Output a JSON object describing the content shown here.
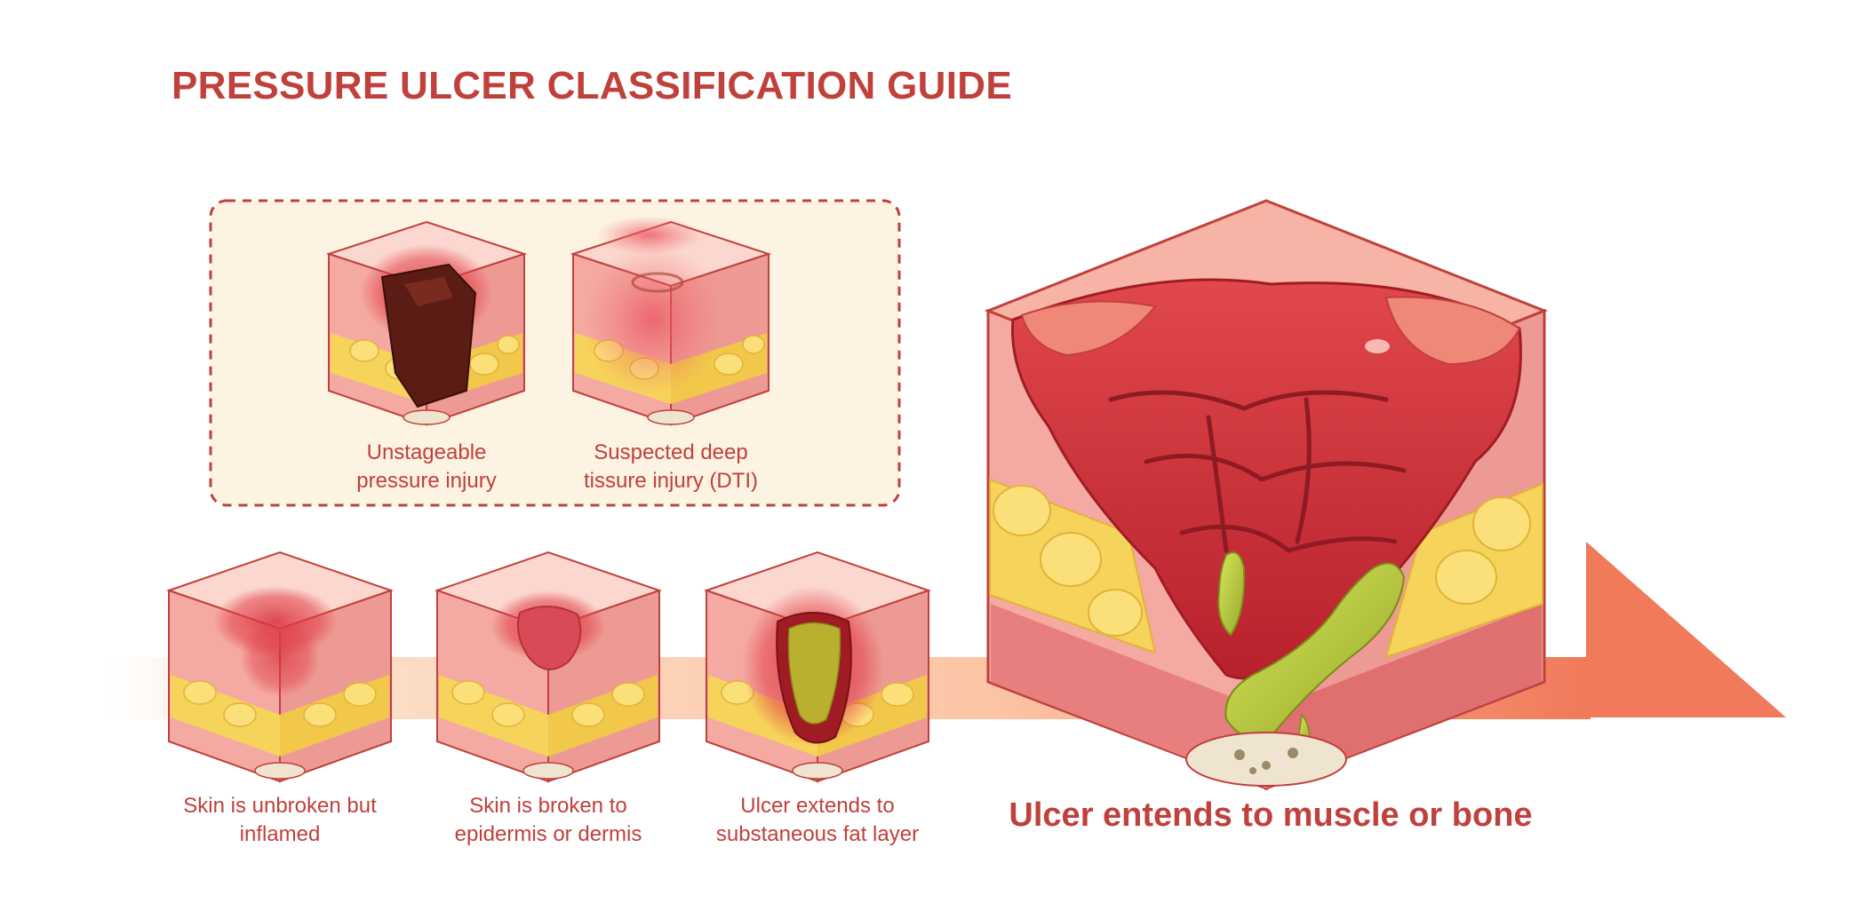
{
  "title": "PRESSURE ULCER CLASSIFICATION GUIDE",
  "colors": {
    "accent": "#c0413c",
    "panel_fill": "#fdf3e3",
    "skin_top": "#fbd7cf",
    "skin_side": "#f2a6a0",
    "fat": "#f6d35a",
    "wound": "#c8303a",
    "eschar": "#5a1c14",
    "slough": "#a9b83a",
    "arrow": "#f07a5a"
  },
  "unstaged": {
    "unstageable": {
      "line1": "Unstageable",
      "line2": "pressure injury"
    },
    "dti": {
      "line1": "Suspected deep",
      "line2": "tissure injury (DTI)"
    }
  },
  "stages": [
    {
      "line1": "Skin is unbroken but",
      "line2": "inflamed"
    },
    {
      "line1": "Skin is broken to",
      "line2": "epidermis or dermis"
    },
    {
      "line1": "Ulcer extends to",
      "line2": "substaneous fat layer"
    }
  ],
  "stage4": {
    "label": "Ulcer entends to muscle or bone"
  }
}
